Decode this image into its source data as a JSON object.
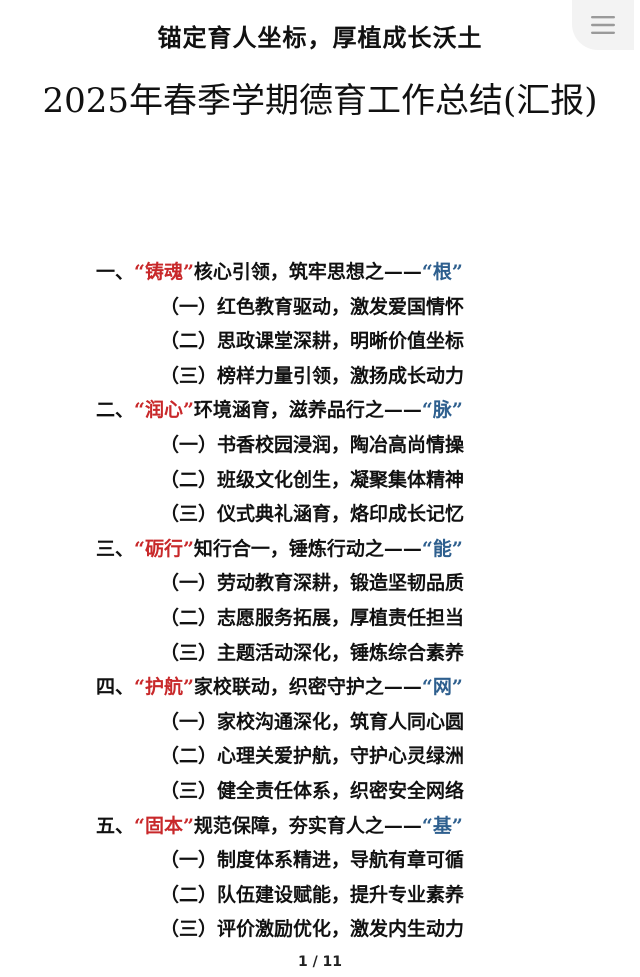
{
  "header": {
    "subtitle": "锚定育人坐标，厚植成长沃土",
    "title": "2025年春季学期德育工作总结(汇报)"
  },
  "sections": [
    {
      "num": "一、",
      "key": "“铸魂”",
      "mid": "核心引领，筑牢思想之——",
      "tail": "“根”",
      "items": [
        "（一）红色教育驱动，激发爱国情怀",
        "（二）思政课堂深耕，明晰价值坐标",
        "（三）榜样力量引领，激扬成长动力"
      ]
    },
    {
      "num": "二、",
      "key": "“润心”",
      "mid": "环境涵育，滋养品行之——",
      "tail": "“脉”",
      "items": [
        "（一）书香校园浸润，陶冶高尚情操",
        "（二）班级文化创生，凝聚集体精神",
        "（三）仪式典礼涵育，烙印成长记忆"
      ]
    },
    {
      "num": "三、",
      "key": "“砺行”",
      "mid": "知行合一，锤炼行动之——",
      "tail": "“能”",
      "items": [
        "（一）劳动教育深耕，锻造坚韧品质",
        "（二）志愿服务拓展，厚植责任担当",
        "（三）主题活动深化，锤炼综合素养"
      ]
    },
    {
      "num": "四、",
      "key": "“护航”",
      "mid": "家校联动，织密守护之——",
      "tail": "“网”",
      "items": [
        "（一）家校沟通深化，筑育人同心圆",
        "（二）心理关爱护航，守护心灵绿洲",
        "（三）健全责任体系，织密安全网络"
      ]
    },
    {
      "num": "五、",
      "key": "“固本”",
      "mid": "规范保障，夯实育人之——",
      "tail": "“基”",
      "items": [
        "（一）制度体系精进，导航有章可循",
        "（二）队伍建设赋能，提升专业素养",
        "（三）评价激励优化，激发内生动力"
      ]
    }
  ],
  "pager": "1 / 11",
  "colors": {
    "accent_red": "#c8282a",
    "accent_blue": "#2e5f8e",
    "menu_bg": "#f3f3f3"
  },
  "icons": {
    "menu": "hamburger-menu-icon"
  }
}
